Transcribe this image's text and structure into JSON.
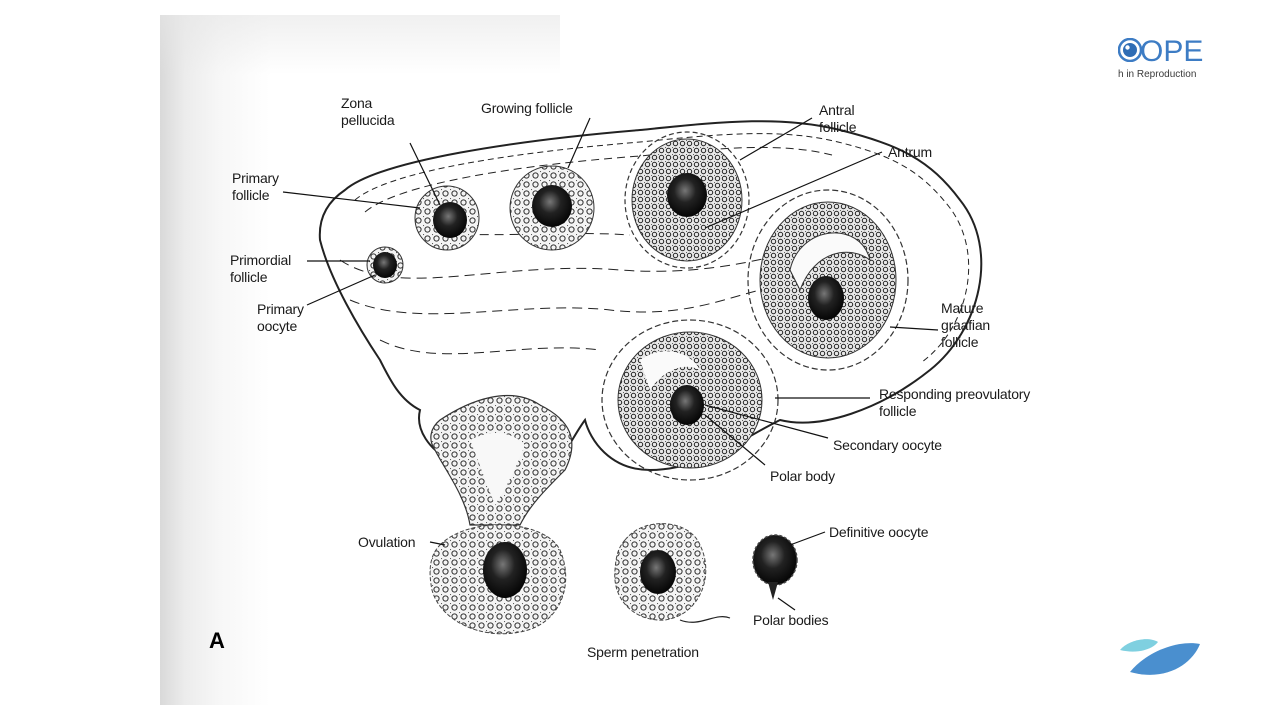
{
  "slide": {
    "panel_letter": "A",
    "figure_title": "Ovarian follicle development and ovulation"
  },
  "logo_top": {
    "text": "OPE",
    "tagline": "h in Reproduction",
    "icon": "eye-icon",
    "color": "#3d7cc4"
  },
  "logo_bottom": {
    "icon": "leaf-logo-icon",
    "colors": [
      "#7fd0e0",
      "#4a8fcf"
    ]
  },
  "labels": {
    "zona_pellucida": "Zona\npellucida",
    "growing_follicle": "Growing follicle",
    "antral_follicle": "Antral\nfollicle",
    "antrum": "Antrum",
    "primary_follicle": "Primary\nfollicle",
    "primordial_follicle": "Primordial\nfollicle",
    "primary_oocyte": "Primary\noocyte",
    "mature_graafian_follicle": "Mature\ngraafian\nfollicle",
    "responding_preovulatory_follicle": "Responding preovulatory\nfollicle",
    "secondary_oocyte": "Secondary oocyte",
    "polar_body": "Polar body",
    "ovulation": "Ovulation",
    "definitive_oocyte": "Definitive oocyte",
    "polar_bodies": "Polar bodies",
    "sperm_penetration": "Sperm penetration"
  }
}
